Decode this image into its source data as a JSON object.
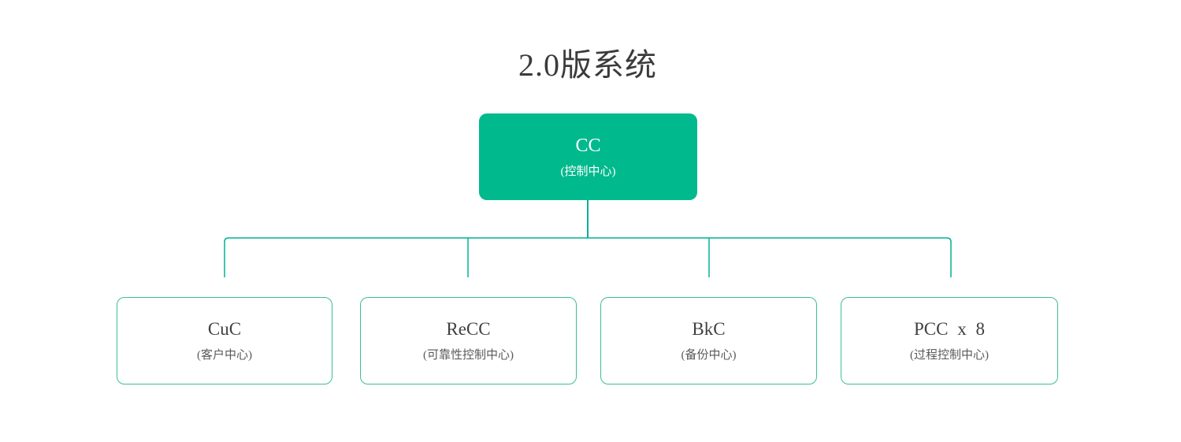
{
  "title": "2.0版系统",
  "colors": {
    "accent": "#00b98d",
    "line": "#00b294",
    "node_border": "#3cbe96",
    "title_text": "#3b3b3b",
    "node_text": "#404040",
    "subtitle_text": "#595959",
    "root_text": "#ffffff"
  },
  "root": {
    "name": "CC",
    "subtitle": "(控制中心)"
  },
  "children": [
    {
      "name": "CuC",
      "subtitle": "(客户中心)"
    },
    {
      "name": "ReCC",
      "subtitle": "(可靠性控制中心)"
    },
    {
      "name": "BkC",
      "subtitle": "(备份中心)"
    },
    {
      "name": "PCC x 8",
      "subtitle": "(过程控制中心)"
    }
  ]
}
